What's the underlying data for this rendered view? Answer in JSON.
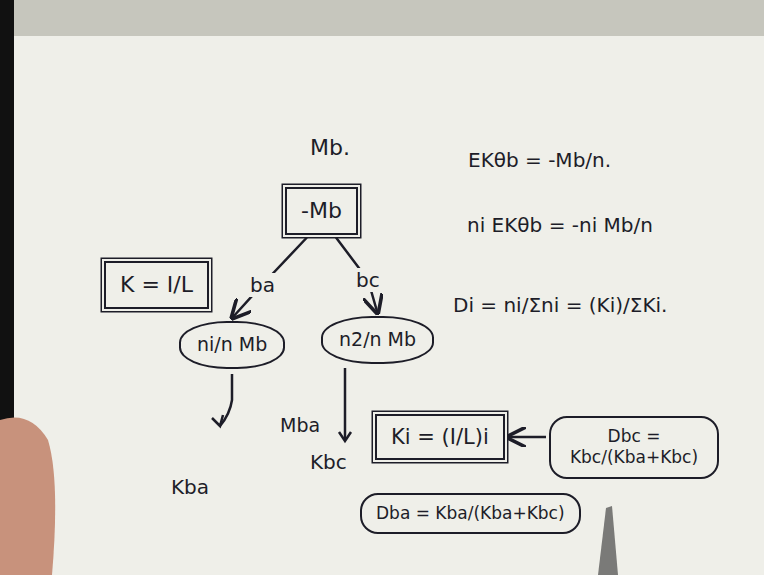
{
  "diagram": {
    "nodes": [
      {
        "text": [
          "-Mb"
        ]
      },
      {
        "text": [
          "K = I/L"
        ]
      },
      {
        "text": [
          "ni/n Mb"
        ]
      },
      {
        "text": [
          "n2/n Mb"
        ]
      },
      {
        "text": [
          "Ki = (I/L)i"
        ]
      },
      {
        "text": [
          "Dbc = Kbc/(Kba+Kbc)"
        ]
      },
      {
        "text": [
          "Dba = Kba/(Kba+Kbc)"
        ]
      }
    ],
    "edges": [
      {
        "from": 0,
        "to": 2,
        "label": "ba",
        "arrow": "to"
      },
      {
        "from": 0,
        "to": 3,
        "label": "bc",
        "arrow": "to"
      },
      {
        "from": 5,
        "to": 4,
        "arrow": "to"
      }
    ],
    "labels": [
      "Mb.",
      "EKθb = -Mb/n.",
      "ni EKθb = -ni Mb/n",
      "Di = ni/Σni = (Ki)/ΣKi.",
      "Mba",
      "Kba",
      "Kbc"
    ]
  }
}
